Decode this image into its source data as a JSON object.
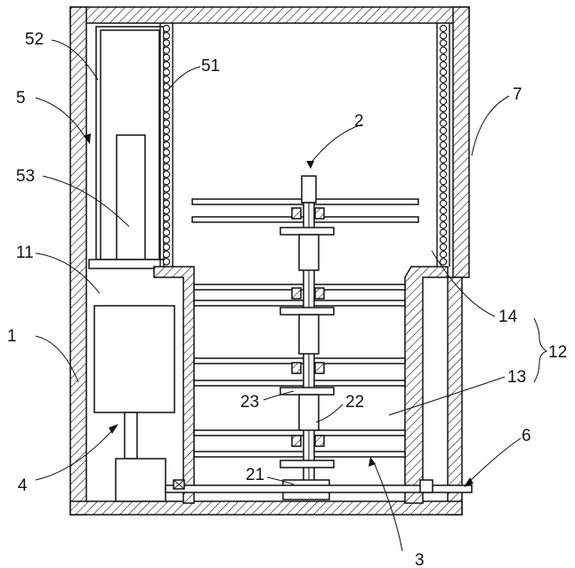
{
  "labels": {
    "l1": "1",
    "l2": "2",
    "l3": "3",
    "l4": "4",
    "l5": "5",
    "l6": "6",
    "l7": "7",
    "l11": "11",
    "l12": "12",
    "l13": "13",
    "l14": "14",
    "l21": "21",
    "l22": "22",
    "l23": "23",
    "l51": "51",
    "l52": "52",
    "l53": "53"
  }
}
